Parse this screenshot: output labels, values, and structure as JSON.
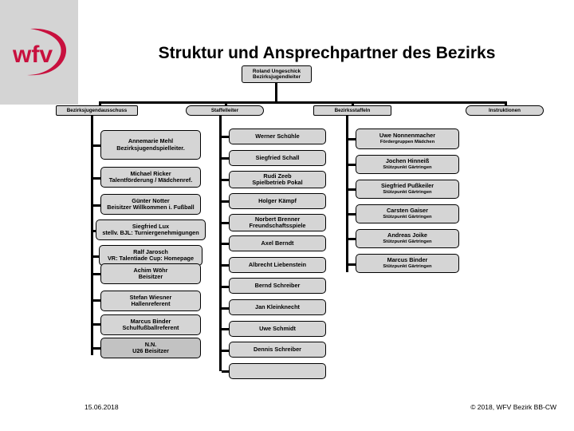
{
  "brand": {
    "logo_text": "wfv",
    "logo_color": "#c8103e",
    "panel_color": "#d4d4d4"
  },
  "header": {
    "title": "Struktur und Ansprechpartner des Bezirks"
  },
  "root": {
    "name": "Roland Ungeschick",
    "role": "Bezirksjugendleiter"
  },
  "columns": [
    {
      "id": "bezirksjugendausschuss",
      "header": "Bezirksjugendausschuss",
      "header_shape": "square",
      "items": [
        {
          "name": "Annemarie Mehl",
          "role": "Bezirksjugendspielleiter."
        },
        {
          "name": "Michael Ricker",
          "role": "Talentförderung / Mädchenref."
        },
        {
          "name": "Günter Notter",
          "role": "Beisitzer Willkommen i. Fußball"
        },
        {
          "name": "Siegfried Lux",
          "role": "stellv. BJL: Turniergenehmigungen"
        },
        {
          "name": "Ralf Jarosch",
          "role": "VR: Talentiade Cup: Homepage"
        },
        {
          "name": "Achim Wöhr",
          "role": "Beisitzer"
        },
        {
          "name": "Stefan Wiesner",
          "role": "Hallenreferent"
        },
        {
          "name": "Marcus Binder",
          "role": "Schulfußballreferent"
        },
        {
          "name": "N.N.",
          "role": "U26 Beisitzer",
          "shade": "dark"
        }
      ]
    },
    {
      "id": "staffelleiter",
      "header": "Staffelleiter",
      "header_shape": "pill",
      "items": [
        {
          "name": "Werner Schühle",
          "role": ""
        },
        {
          "name": "Siegfried Schall",
          "role": ""
        },
        {
          "name": "Rudi Zeeb",
          "role": "Spielbetrieb Pokal"
        },
        {
          "name": "Holger Kämpf",
          "role": ""
        },
        {
          "name": "Norbert Brenner",
          "role": "Freundschaftsspiele"
        },
        {
          "name": "Axel Berndt",
          "role": ""
        },
        {
          "name": "Albrecht Liebenstein",
          "role": ""
        },
        {
          "name": "Bernd Schreiber",
          "role": ""
        },
        {
          "name": "Jan Kleinknecht",
          "role": ""
        },
        {
          "name": "Uwe Schmidt",
          "role": ""
        },
        {
          "name": "Dennis Schreiber",
          "role": ""
        },
        {
          "name": "",
          "role": ""
        }
      ]
    },
    {
      "id": "bezirksstaffeln",
      "header": "Bezirksstaffeln",
      "header_shape": "square",
      "items": [
        {
          "name": "Uwe Nonnenmacher",
          "role": "Fördergruppen Mädchen"
        },
        {
          "name": "Jochen Hinneiß",
          "role": "Stützpunkt Gärtringen"
        },
        {
          "name": "Siegfried Pußkeiler",
          "role": "Stützpunkt Gärtringen"
        },
        {
          "name": "Carsten Gaiser",
          "role": "Stützpunkt Gärtringen"
        },
        {
          "name": "Andreas Joike",
          "role": "Stützpunkt Gärtringen"
        },
        {
          "name": "Marcus Binder",
          "role": "Stützpunkt Gärtringen"
        }
      ]
    },
    {
      "id": "instruktionen",
      "header": "Instruktionen",
      "header_shape": "pill",
      "items": []
    }
  ],
  "footer": {
    "date": "15.06.2018",
    "copyright": "© 2018, WFV Bezirk BB-CW"
  }
}
